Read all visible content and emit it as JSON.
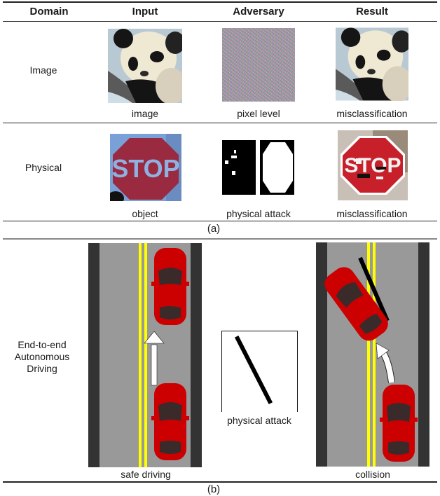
{
  "table_a": {
    "headers": [
      "Domain",
      "Input",
      "Adversary",
      "Result"
    ],
    "rows": [
      {
        "domain": "Image",
        "input_caption": "image",
        "adversary_caption": "pixel level",
        "result_caption": "misclassification"
      },
      {
        "domain": "Physical",
        "input_caption": "object",
        "adversary_caption": "physical attack",
        "result_caption": "misclassification",
        "input_sign_text": "STOP",
        "result_sign_text": "STOP"
      }
    ],
    "subcaption": "(a)"
  },
  "table_b": {
    "domain": "End-to-end Autonomous Driving",
    "domain_lines": [
      "End-to-end",
      "Autonomous",
      "Driving"
    ],
    "input_caption": "safe driving",
    "adversary_caption": "physical attack",
    "result_caption": "collision",
    "subcaption": "(b)"
  },
  "colors": {
    "road": "#999999",
    "road_edge": "#333333",
    "lane_line": "#ffff00",
    "car_body": "#cc0000",
    "car_window": "#3a2a2a",
    "stop_red": "#9a2a40",
    "stop_red_result": "#c8202a",
    "arrow": "#ffffff"
  }
}
